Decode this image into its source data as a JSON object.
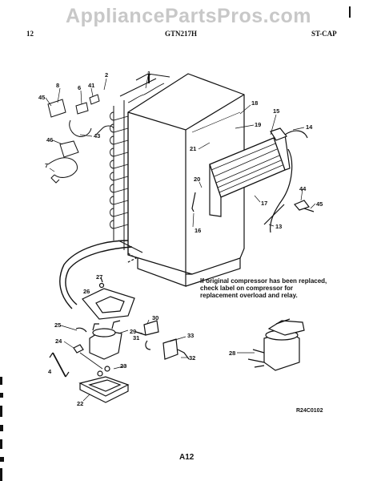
{
  "watermark": "AppliancePartsPros.com",
  "header": {
    "page_number": "12",
    "model": "GTN217H",
    "section_code": "ST-CAP"
  },
  "note": "If original compressor has been replaced, check label on compressor for replacement overload and relay.",
  "reference_code": "R24C0102",
  "footer": {
    "page_label": "A12"
  },
  "callouts": [
    "45",
    "8",
    "6",
    "41",
    "2",
    "1",
    "43",
    "46",
    "7",
    "18",
    "15",
    "14",
    "19",
    "21",
    "20",
    "17",
    "16",
    "44",
    "45",
    "13",
    "27",
    "26",
    "25",
    "29",
    "30",
    "33",
    "24",
    "31",
    "32",
    "4",
    "23",
    "22",
    "28"
  ]
}
